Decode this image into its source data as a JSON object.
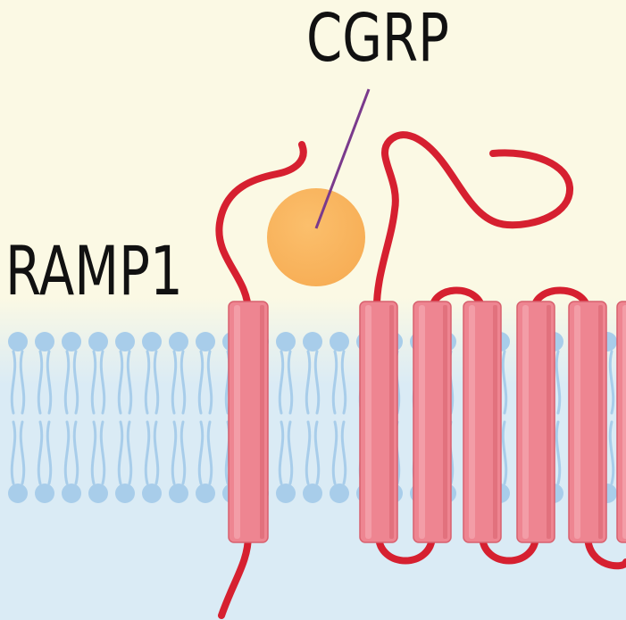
{
  "labels": {
    "cgrp": "CGRP",
    "ramp1": "RAMP1"
  },
  "colors": {
    "background_top": "#fbf9e4",
    "background_bottom": "#daebf5",
    "lipid_head": "#a8cdea",
    "lipid_tail": "#a8cdea",
    "protein_helix": "#ee8591",
    "protein_helix_edge": "#d8606e",
    "protein_loop": "#d62030",
    "ligand": "#f7ae56",
    "pointer_line": "#7a3a8c",
    "text": "#111111"
  },
  "structures": {
    "membrane": "lipid-bilayer",
    "ramp1": "single-transmembrane-helix",
    "receptor": "seven-transmembrane-helices",
    "ligand": "cgrp-peptide"
  }
}
